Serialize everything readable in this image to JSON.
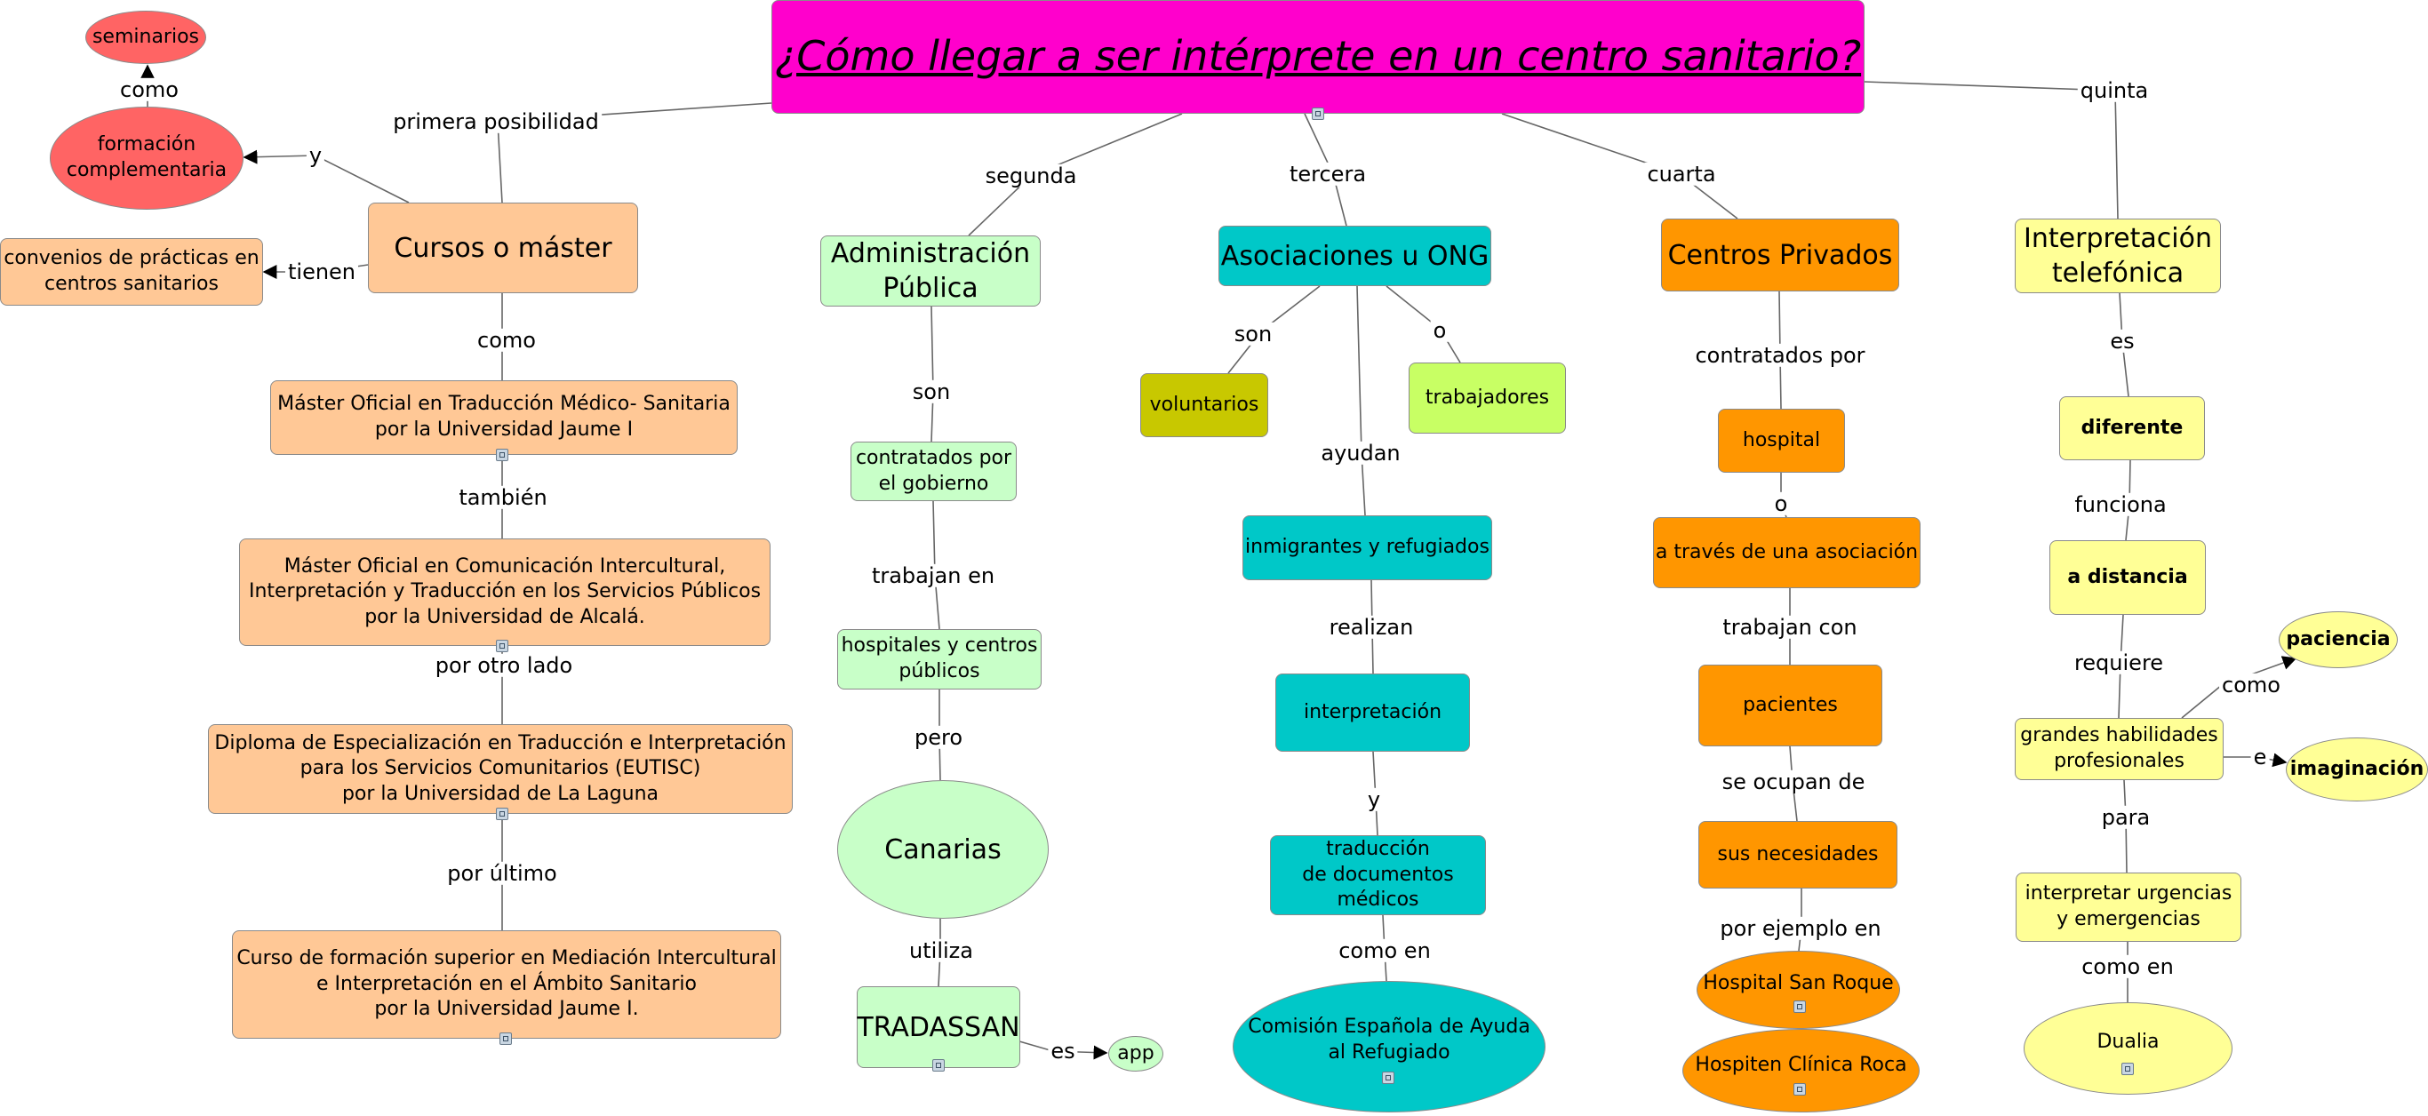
{
  "title": "¿Cómo llegar a ser intérprete en un centro sanitario?",
  "colors": {
    "title_bg": "#ff00cc",
    "peach": "#ffc896",
    "red": "#ff6464",
    "light_green": "#c8ffc8",
    "cyan": "#00c8c8",
    "olive": "#c8c800",
    "lime": "#c8ff64",
    "orange": "#ff9600",
    "light_yellow": "#ffff96"
  },
  "nodes": {
    "seminarios": "seminarios",
    "formacion": "formación\ncomplementaria",
    "convenios": "convenios de prácticas en\ncentros sanitarios",
    "cursos": "Cursos o máster",
    "master_jaume": "Máster Oficial en Traducción Médico- Sanitaria\npor la Universidad Jaume I",
    "master_alcala": "Máster Oficial en Comunicación Intercultural,\nInterpretación y Traducción en los Servicios Públicos\npor la Universidad de Alcalá.",
    "diploma_laguna": "Diploma de Especialización en Traducción e Interpretación\npara los Servicios Comunitarios (EUTISC)\npor la Universidad de La Laguna",
    "curso_jaume": "Curso de formación superior en Mediación Intercultural\ne Interpretación en el Ámbito Sanitario\npor la Universidad Jaume I.",
    "admin": "Administración\nPública",
    "contratados_gob": "contratados por\nel gobierno",
    "hospitales_pub": "hospitales y centros\npúblicos",
    "canarias": "Canarias",
    "tradassan": "TRADASSAN",
    "app": "app",
    "asociaciones": "Asociaciones u ONG",
    "voluntarios": "voluntarios",
    "trabajadores": "trabajadores",
    "inmigrantes": "inmigrantes y refugiados",
    "interpretacion": "interpretación",
    "traduccion_docs": "traducción\nde documentos\nmédicos",
    "cear": "Comisión Española de Ayuda\nal Refugiado",
    "privados": "Centros Privados",
    "hospital": "hospital",
    "asociacion": "a través de una asociación",
    "pacientes": "pacientes",
    "necesidades": "sus necesidades",
    "san_roque": "Hospital San Roque",
    "clinica_roca": "Hospiten Clínica Roca",
    "telefonica": "Interpretación\ntelefónica",
    "diferente": "diferente",
    "distancia": "a distancia",
    "habilidades": "grandes habilidades\nprofesionales",
    "paciencia": "paciencia",
    "imaginacion": "imaginación",
    "urgencias": "interpretar urgencias\ny emergencias",
    "dualia": "Dualia"
  },
  "links": {
    "primera": "primera posibilidad",
    "segunda": "segunda",
    "tercera": "tercera",
    "cuarta": "cuarta",
    "quinta": "quinta",
    "y_formacion": "y",
    "como_seminarios": "como",
    "tienen": "tienen",
    "como_master": "como",
    "tambien": "también",
    "por_otro_lado": "por otro lado",
    "por_ultimo": "por último",
    "son_admin": "son",
    "trabajan_en": "trabajan en",
    "pero": "pero",
    "utiliza": "utiliza",
    "es_app": "es",
    "son_ong": "son",
    "o_ong": "o",
    "ayudan": "ayudan",
    "realizan": "realizan",
    "y_trad": "y",
    "como_en_cear": "como en",
    "contratados_por": "contratados por",
    "o_priv": "o",
    "trabajan_con": "trabajan con",
    "se_ocupan_de": "se ocupan de",
    "por_ejemplo_en": "por ejemplo en",
    "es_tel": "es",
    "funciona": "funciona",
    "requiere": "requiere",
    "como_paciencia": "como",
    "e_imag": "e",
    "para": "para",
    "como_en_dualia": "como en"
  }
}
